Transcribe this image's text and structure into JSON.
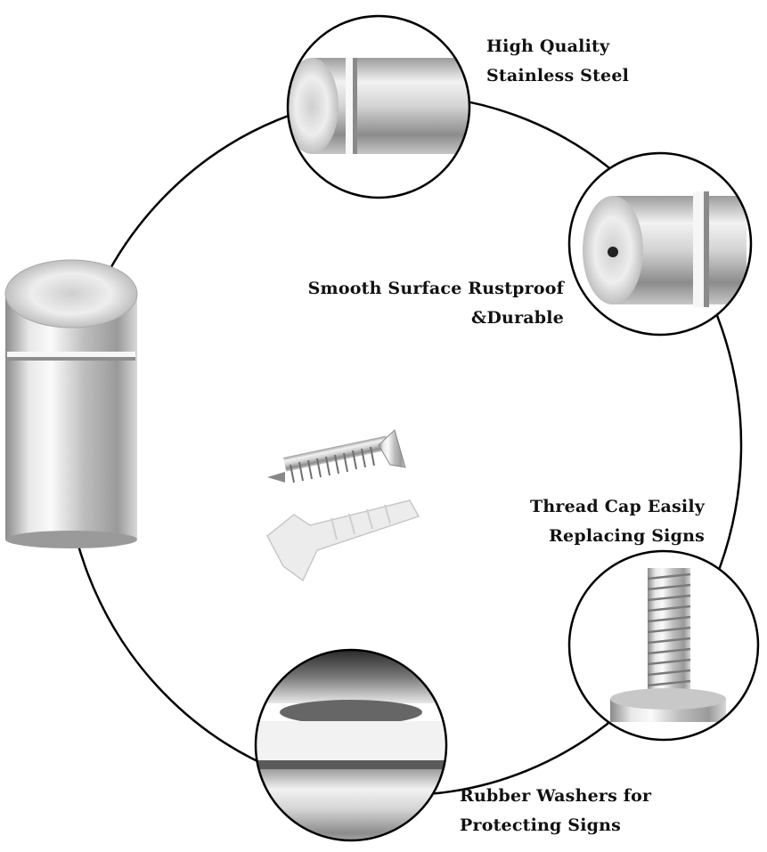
{
  "features": [
    {
      "id": "quality",
      "lines": [
        "High Quality",
        "Stainless Steel"
      ]
    },
    {
      "id": "smooth",
      "lines": [
        "Smooth Surface Rustproof",
        "&Durable"
      ]
    },
    {
      "id": "thread",
      "lines": [
        "Thread Cap Easily",
        "Replacing Signs"
      ]
    },
    {
      "id": "rubber",
      "lines": [
        "Rubber Washers for",
        "Protecting Signs"
      ]
    }
  ],
  "colors": {
    "steel_light": "#f4f4f4",
    "steel_mid": "#bcbcbc",
    "steel_dark": "#7a7a7a",
    "ring": "#000000",
    "anchor_plastic": "#ececec"
  }
}
